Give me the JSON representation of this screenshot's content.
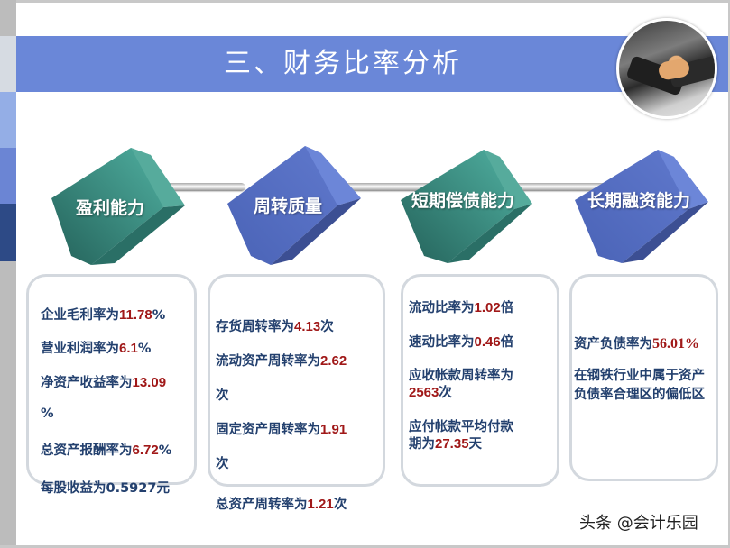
{
  "slide": {
    "title": "三、财务比率分析",
    "watermark": "头条 @会计乐园",
    "colors": {
      "title_band": "#6a87d8",
      "teal_cube": "#3f9a8c",
      "blue_cube": "#5a72c4",
      "label_text": "#23406e",
      "value_text": "#a01818"
    }
  },
  "categories": [
    {
      "label": "盈利能力",
      "color": "teal"
    },
    {
      "label": "周转质量",
      "color": "blue"
    },
    {
      "label": "短期偿债能力",
      "color": "teal"
    },
    {
      "label": "长期融资能力",
      "color": "blue"
    }
  ],
  "profitability": {
    "items": [
      {
        "label": "企业毛利率为",
        "value": "11.78",
        "unit": "%"
      },
      {
        "label": "营业利润率为",
        "value": "6.1",
        "unit": "%"
      },
      {
        "label": "净资产收益率为",
        "value": "13.09",
        "unit": "%"
      },
      {
        "label": "总资产报酬率为",
        "value": "6.72",
        "unit": "%"
      },
      {
        "label": "每股收益为",
        "value": "0.5927元",
        "unit": ""
      }
    ]
  },
  "turnover": {
    "items": [
      {
        "label": "存货周转率为",
        "value": "4.13",
        "unit": "次"
      },
      {
        "label": "流动资产周转率为",
        "value": "2.62",
        "unit": "次"
      },
      {
        "label": "固定资产周转率为",
        "value": "1.91",
        "unit": "次"
      },
      {
        "label": "总资产周转率为",
        "value": "1.21",
        "unit": "次"
      }
    ]
  },
  "short_term": {
    "items": [
      {
        "label": "流动比率为",
        "value": "1.02",
        "unit": "倍"
      },
      {
        "label": "速动比率为",
        "value": "0.46",
        "unit": "倍"
      },
      {
        "label": "应收帐款周转率为",
        "value": "2563",
        "unit": "次"
      },
      {
        "label_line1": "应付帐款平均付款",
        "label_line2": "期为",
        "value": "27.35",
        "unit": "天"
      }
    ]
  },
  "long_term": {
    "items": [
      {
        "label": "资产负债率为",
        "value": "56.01",
        "unit": "%"
      }
    ],
    "note_line1": "在钢铁行业中属于资产",
    "note_line2": "负债率合理区的偏低区"
  }
}
